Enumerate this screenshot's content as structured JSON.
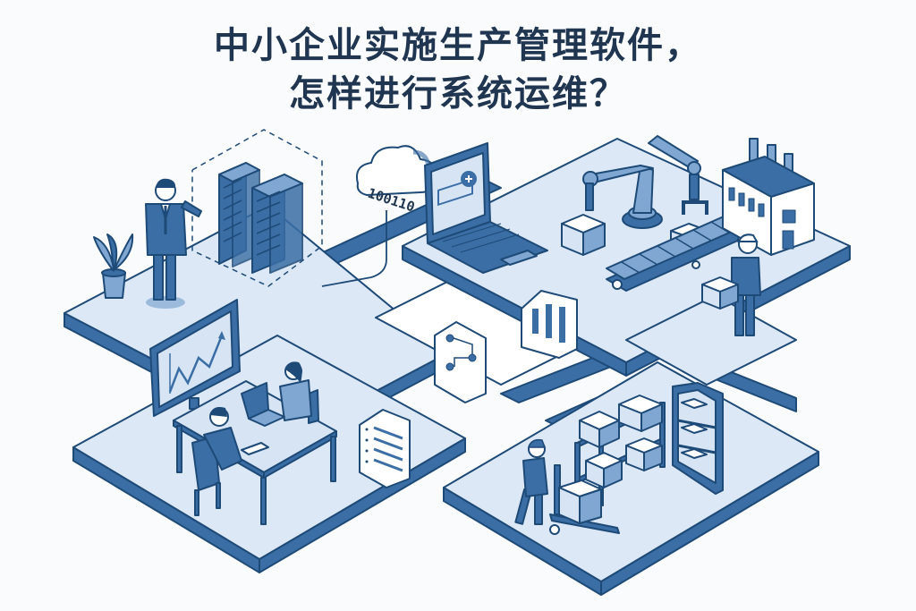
{
  "title": {
    "line1": "中小企业实施生产管理软件，",
    "line2": "怎样进行系统运维？"
  },
  "scene": {
    "binary_text": "100110",
    "zones": [
      {
        "name": "server-room",
        "elements": [
          "manager",
          "plant",
          "server-racks"
        ]
      },
      {
        "name": "cloud-it",
        "elements": [
          "cloud",
          "laptop"
        ]
      },
      {
        "name": "production-line",
        "elements": [
          "robot-arm",
          "conveyor-belt",
          "factory",
          "worker"
        ]
      },
      {
        "name": "office",
        "elements": [
          "trend-monitor",
          "desk",
          "two-employees"
        ]
      },
      {
        "name": "warehouse",
        "elements": [
          "shelves",
          "boxes",
          "pallet-jack-worker"
        ]
      }
    ],
    "floating_icons": [
      "workflow-card",
      "bar-chart-card",
      "checklist-card"
    ]
  },
  "colors": {
    "title": "#1f3550",
    "outline": "#1e4a78",
    "dark_blue": "#3a6ea5",
    "mid_blue": "#7fa7d1",
    "light_blue": "#d6e4f3",
    "platform": "#dce8f5",
    "white": "#ffffff",
    "background": "#fafbfc"
  }
}
